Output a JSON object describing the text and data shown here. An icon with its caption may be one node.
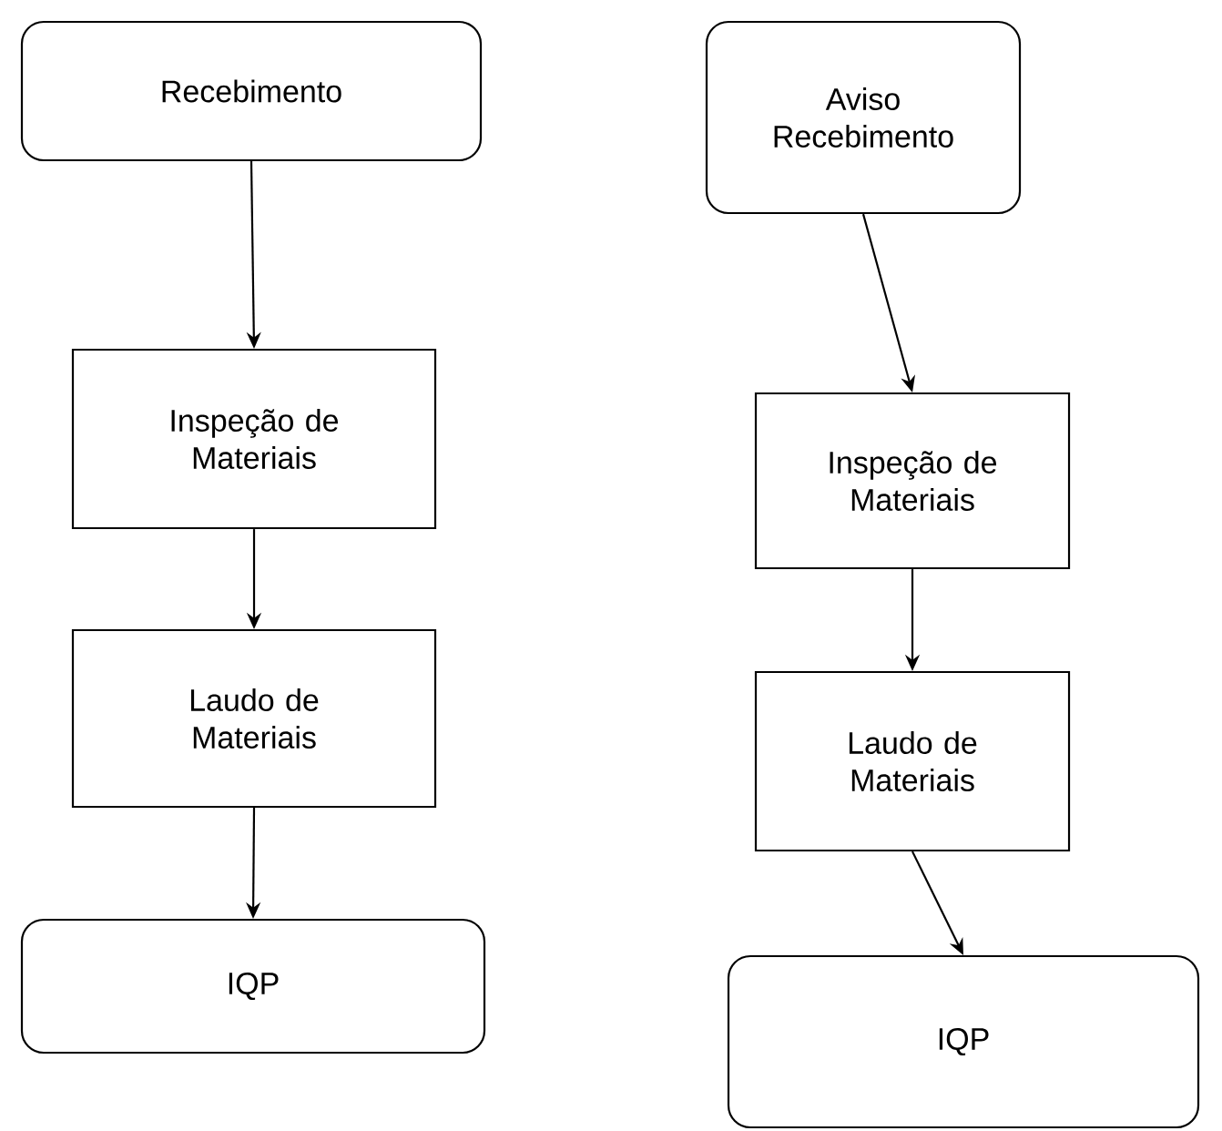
{
  "diagram": {
    "nodes": [
      {
        "text": [
          "Recebimento"
        ]
      },
      {
        "text": [
          "Inspeção de Materiais"
        ]
      },
      {
        "text": [
          "Laudo de Materiais"
        ]
      },
      {
        "text": [
          "IQP"
        ]
      },
      {
        "text": [
          "Aviso Recebimento"
        ]
      },
      {
        "text": [
          "Inspeção de Materiais"
        ]
      },
      {
        "text": [
          "Laudo de Materiais"
        ]
      },
      {
        "text": [
          "IQP"
        ]
      }
    ],
    "edges": [
      {
        "from": 0,
        "to": 1,
        "arrow": "to"
      },
      {
        "from": 1,
        "to": 2,
        "arrow": "to"
      },
      {
        "from": 2,
        "to": 3,
        "arrow": "to"
      },
      {
        "from": 4,
        "to": 5,
        "arrow": "to"
      },
      {
        "from": 5,
        "to": 6,
        "arrow": "to"
      },
      {
        "from": 6,
        "to": 7,
        "arrow": "to"
      }
    ]
  }
}
